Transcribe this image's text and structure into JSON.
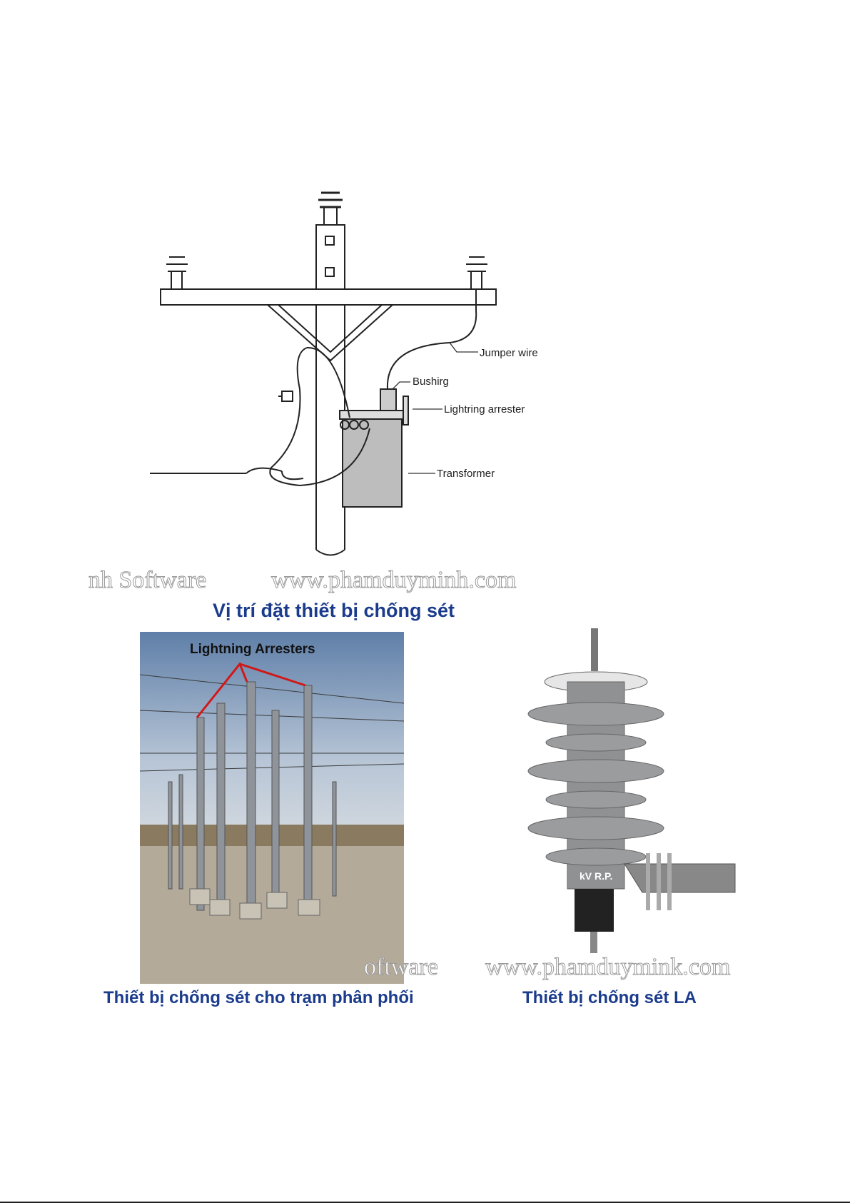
{
  "diagram": {
    "labels": {
      "jumper_wire": "Jumper wire",
      "bushing": "Bushirg",
      "lightning_arrester": "Lightring arrester",
      "transformer": "Transformer"
    },
    "caption": "Vị trí đặt thiết bị chống sét"
  },
  "watermarks": {
    "left_1": "nh Software",
    "url_1": "www.phamduyminh.com",
    "left_2": "oftware",
    "url_2": "www.phamduymink.com"
  },
  "photo_substation": {
    "overlay_label": "Lightning Arresters",
    "caption": "Thiết bị chống sét cho trạm phân phối"
  },
  "photo_arrester": {
    "plate_text": "kV  R.P.",
    "caption": "Thiết bị chống sét LA"
  }
}
